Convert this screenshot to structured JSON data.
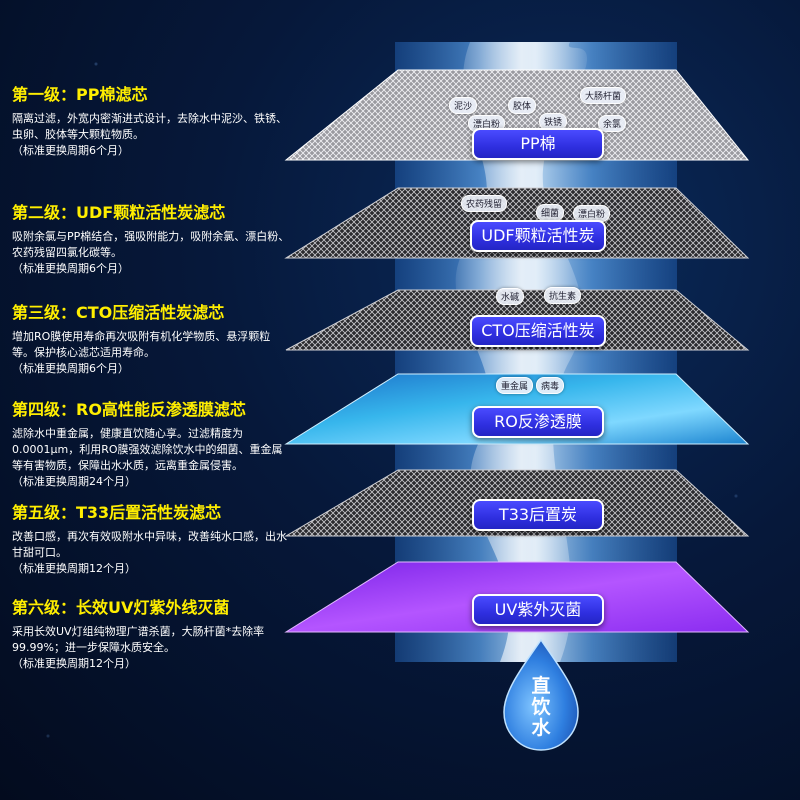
{
  "colors": {
    "title_yellow": "#ffee00",
    "label_blue": "#3535e8",
    "ro_layer": "#2fa8e0",
    "uv_layer": "#a03cff",
    "water": "#3a8ad8"
  },
  "stages": [
    {
      "title": "第一级：PP棉滤芯",
      "desc": "隔离过滤，外宽内密渐进式设计，去除水中泥沙、铁锈、虫卵、胶体等大颗粒物质。",
      "cycle": "（标准更换周期6个月）",
      "label": "PP棉"
    },
    {
      "title": "第二级：UDF颗粒活性炭滤芯",
      "desc": "吸附余氯与PP棉结合，强吸附能力，吸附余氯、漂白粉、农药残留四氯化碳等。",
      "cycle": "（标准更换周期6个月）",
      "label": "UDF颗粒活性炭"
    },
    {
      "title": "第三级：CTO压缩活性炭滤芯",
      "desc": "增加RO膜使用寿命再次吸附有机化学物质、悬浮颗粒等。保护核心滤芯适用寿命。",
      "cycle": "（标准更换周期6个月）",
      "label": "CTO压缩活性炭"
    },
    {
      "title": "第四级：RO高性能反渗透膜滤芯",
      "desc": "滤除水中重金属，健康直饮随心享。过滤精度为0.0001μm，利用RO膜强效滤除饮水中的细菌、重金属等有害物质，保障出水水质，远离重金属侵害。",
      "cycle": "（标准更换周期24个月）",
      "label": "RO反渗透膜"
    },
    {
      "title": "第五级：T33后置活性炭滤芯",
      "desc": "改善口感，再次有效吸附水中异味，改善纯水口感，出水甘甜可口。",
      "cycle": "（标准更换周期12个月）",
      "label": "T33后置炭"
    },
    {
      "title": "第六级：长效UV灯紫外线灭菌",
      "desc": "采用长效UV灯组纯物理广谱杀菌，大肠杆菌*去除率99.99%；进一步保障水质安全。",
      "cycle": "（标准更换周期12个月）",
      "label": "UV紫外灭菌"
    }
  ],
  "contaminants": {
    "c1": "泥沙",
    "c2": "胶体",
    "c3": "大肠杆菌",
    "c4": "漂白粉",
    "c5": "铁锈",
    "c6": "余氯",
    "c7": "农药残留",
    "c8": "细菌",
    "c9": "漂白粉",
    "c10": "水碱",
    "c11": "抗生素",
    "c12": "重金属",
    "c13": "病毒"
  },
  "drop_label": "直饮水"
}
